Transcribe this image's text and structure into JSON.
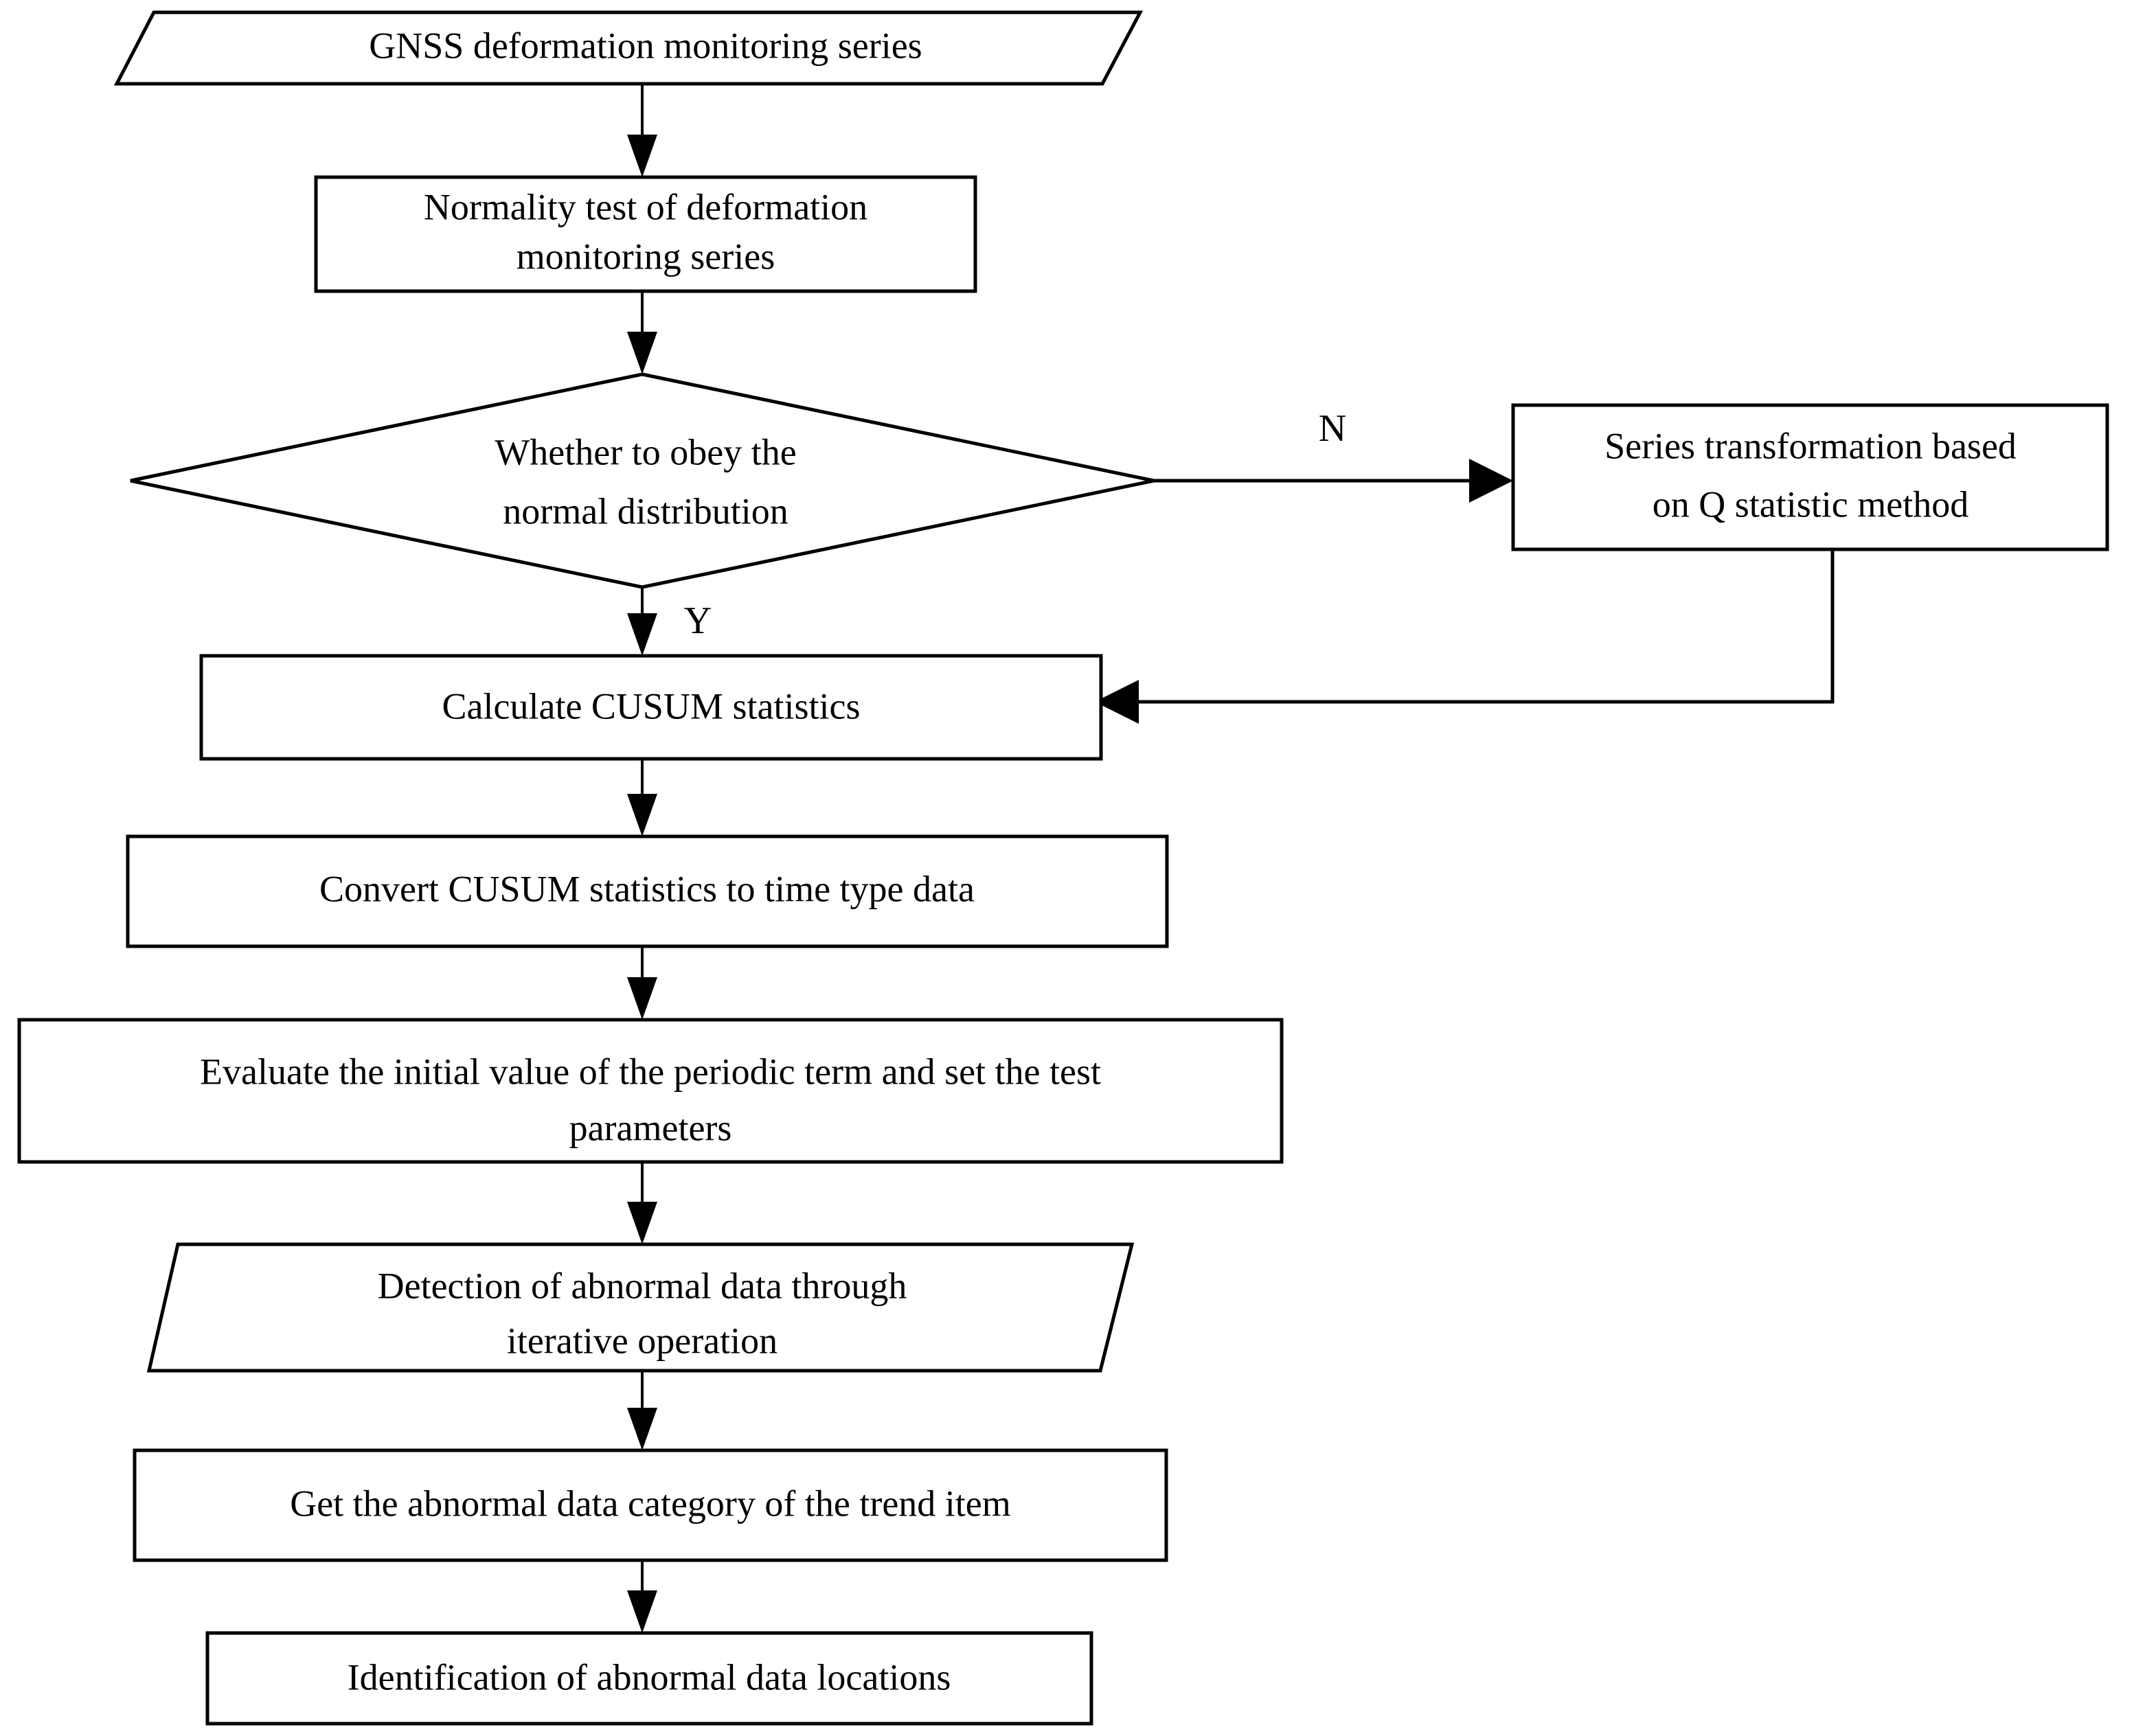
{
  "diagram": {
    "title": "GNSS deformation monitoring abnormal data detection flowchart",
    "colors": {
      "stroke": "#000000",
      "fill": "#ffffff",
      "text": "#000000"
    },
    "nodes": [
      {
        "id": "input-series",
        "shape": "parallelogram",
        "lines": [
          "GNSS deformation monitoring series"
        ]
      },
      {
        "id": "normality-test",
        "shape": "rectangle",
        "lines": [
          "Normality test of deformation",
          "monitoring series"
        ]
      },
      {
        "id": "decision-normal",
        "shape": "diamond",
        "lines": [
          "Whether to obey the",
          "normal distribution"
        ]
      },
      {
        "id": "series-transformation",
        "shape": "rectangle",
        "lines": [
          "Series transformation based",
          "on Q statistic method"
        ]
      },
      {
        "id": "calculate-cusum",
        "shape": "rectangle",
        "lines": [
          "Calculate CUSUM statistics"
        ]
      },
      {
        "id": "convert-cusum",
        "shape": "rectangle",
        "lines": [
          "Convert CUSUM statistics to time type data"
        ]
      },
      {
        "id": "evaluate-initial",
        "shape": "rectangle",
        "lines": [
          "Evaluate the initial value of the periodic term and set the test",
          "parameters"
        ]
      },
      {
        "id": "detect-abnormal",
        "shape": "parallelogram",
        "lines": [
          "Detection of abnormal data through",
          "iterative operation"
        ]
      },
      {
        "id": "get-category",
        "shape": "rectangle",
        "lines": [
          "Get the abnormal data category of the trend item"
        ]
      },
      {
        "id": "identify-locations",
        "shape": "rectangle",
        "lines": [
          "Identification of abnormal data locations"
        ]
      }
    ],
    "edge_labels": {
      "no": "N",
      "yes": "Y"
    }
  }
}
